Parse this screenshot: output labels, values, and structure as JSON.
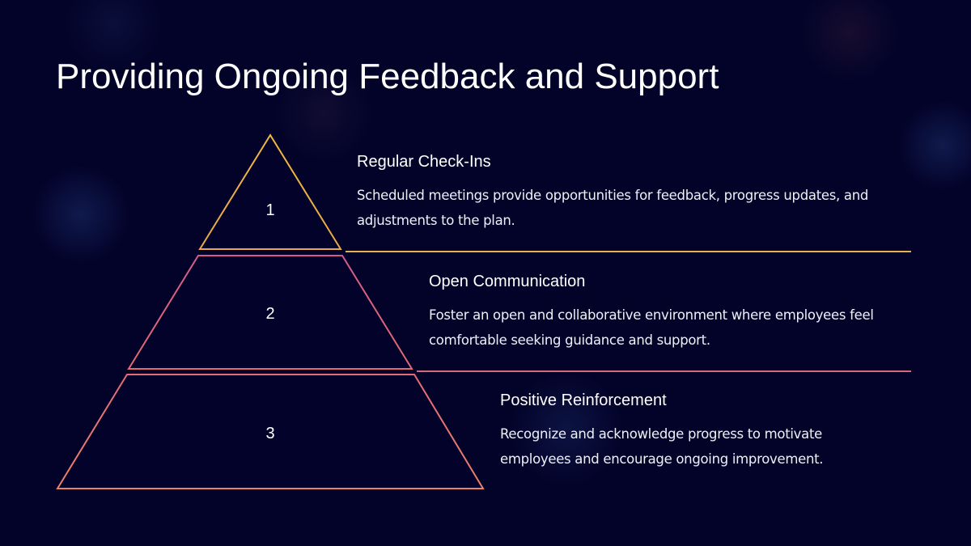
{
  "slide": {
    "title": "Providing Ongoing Feedback and Support"
  },
  "pyramid": {
    "levels": [
      {
        "number": "1",
        "heading": "Regular Check-Ins",
        "description": "Scheduled meetings provide opportunities for feedback, progress updates, and adjustments to the plan.",
        "color": "#f0b240"
      },
      {
        "number": "2",
        "heading": "Open Communication",
        "description": "Foster an open and collaborative environment where employees feel comfortable seeking guidance and support.",
        "color": "#e0607a"
      },
      {
        "number": "3",
        "heading": "Positive Reinforcement",
        "description": "Recognize and acknowledge progress to motivate employees and encourage ongoing improvement.",
        "color": "#e87870"
      }
    ]
  },
  "colors": {
    "background": "#03032a",
    "text": "#ffffff",
    "level1_stroke": "#f0b240",
    "level2_stroke": "#e0607a",
    "level3_stroke": "#e87870"
  }
}
